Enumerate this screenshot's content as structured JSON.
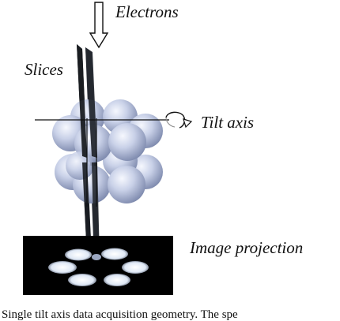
{
  "labels": {
    "electrons": "Electrons",
    "slices": "Slices",
    "tilt_axis": "Tilt axis",
    "image_projection": "Image projection"
  },
  "caption": "Single tilt axis data acquisition geometry. The spe",
  "colors": {
    "sphere_light": "#eef1fa",
    "sphere_mid": "#b6c0dc",
    "sphere_dark": "#7d89ad",
    "slice_fill": "#1a1d22",
    "projection_bg": "#000000",
    "projection_blob": "#dfe8f5",
    "line": "#111111"
  }
}
